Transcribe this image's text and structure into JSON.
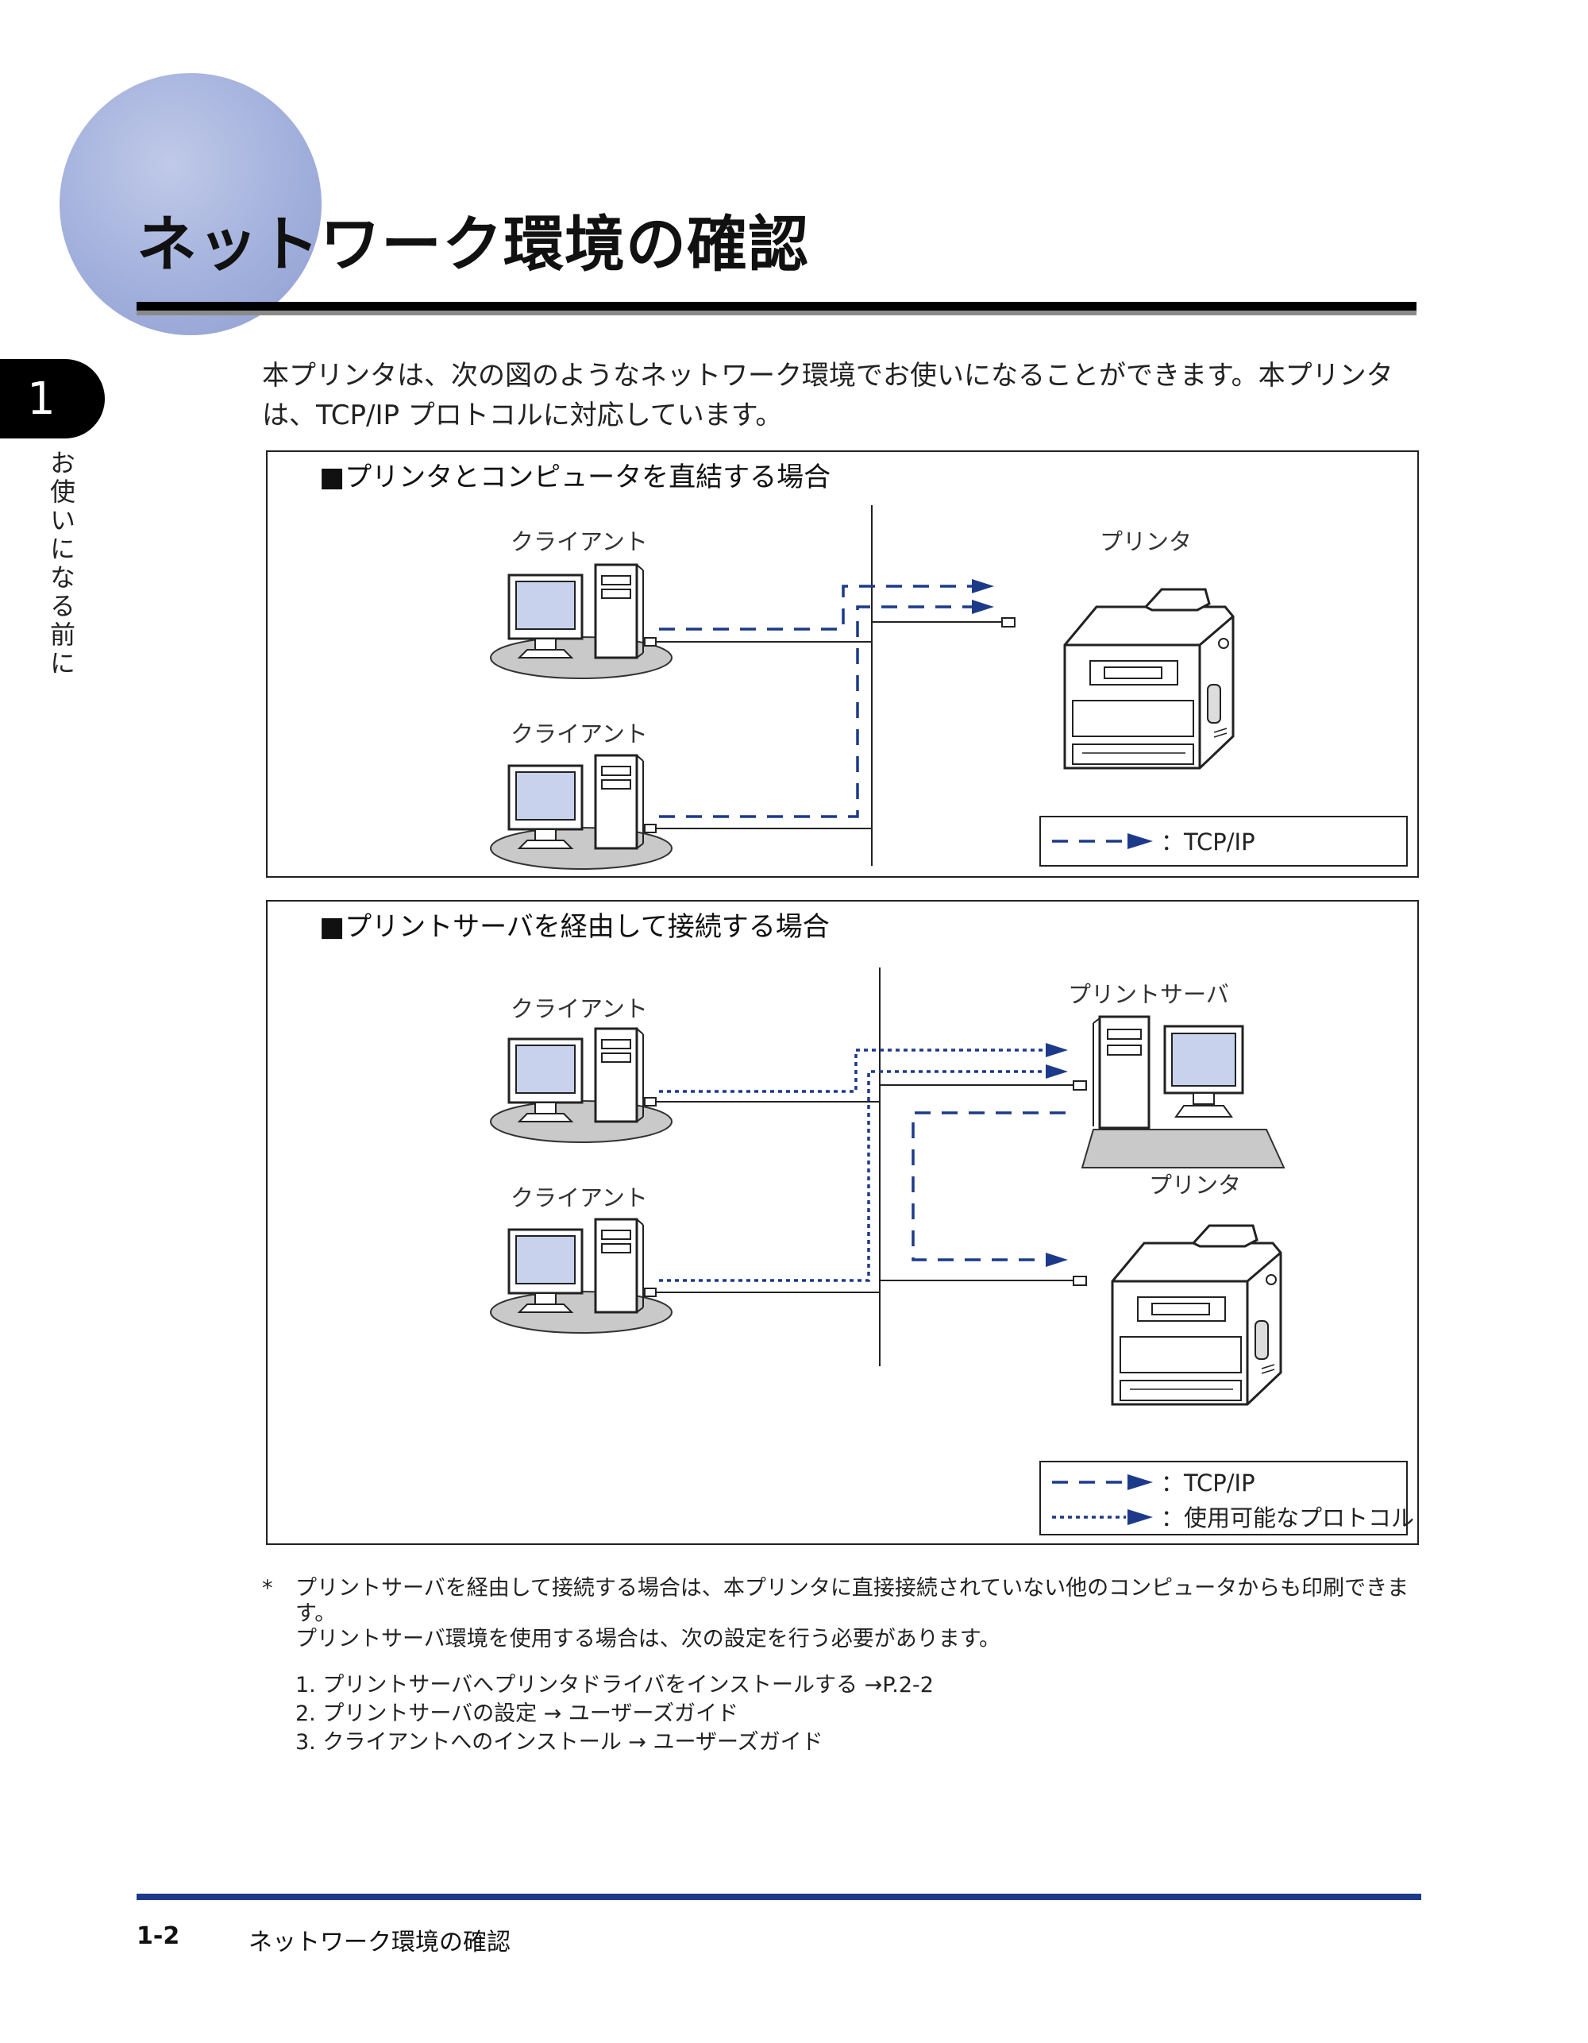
{
  "page": {
    "title": "ネットワーク環境の確認",
    "chapter_number": "1",
    "chapter_label": "お使いになる前に",
    "intro": "本プリンタは、次の図のようなネットワーク環境でお使いになることができます。本プリンタは、TCP/IP プロトコルに対応しています。"
  },
  "diagram1": {
    "heading": "■プリンタとコンピュータを直結する場合",
    "client_label_1": "クライアント",
    "client_label_2": "クライアント",
    "printer_label": "プリンタ",
    "legend_tcpip": "：TCP/IP"
  },
  "diagram2": {
    "heading": "■プリントサーバを経由して接続する場合",
    "client_label_1": "クライアント",
    "client_label_2": "クライアント",
    "server_label": "プリントサーバ",
    "printer_label": "プリンタ",
    "legend_tcpip": "：TCP/IP",
    "legend_available": "：使用可能なプロトコル"
  },
  "note": {
    "marker": "*",
    "line1": "プリントサーバを経由して接続する場合は、本プリンタに直接接続されていない他のコンピュータからも印刷できます。",
    "line2": "プリントサーバ環境を使用する場合は、次の設定を行う必要があります。",
    "steps": [
      "1.  プリントサーバへプリンタドライバをインストールする →P.2-2",
      "2.  プリントサーバの設定 → ユーザーズガイド",
      "3.  クライアントへのインストール → ユーザーズガイド"
    ]
  },
  "footer": {
    "page_number": "1-2",
    "section_title": "ネットワーク環境の確認"
  },
  "colors": {
    "accent_blue": "#1d3a8a",
    "circle_blue": "#a2b0dc",
    "screen_blue": "#c8d2ec",
    "base_grey": "#c9c9c9"
  }
}
